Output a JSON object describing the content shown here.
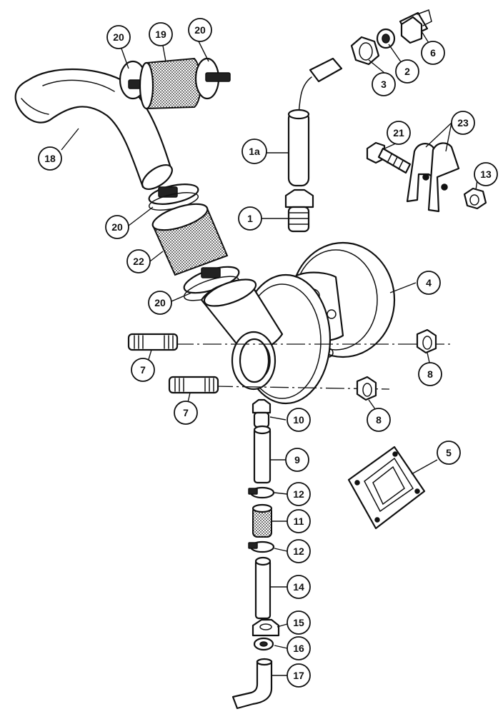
{
  "callouts": {
    "c20a": "20",
    "c19": "19",
    "c20b": "20",
    "c18": "18",
    "c3": "3",
    "c2": "2",
    "c6": "6",
    "c1a": "1a",
    "c1": "1",
    "c21": "21",
    "c23": "23",
    "c13": "13",
    "c20c": "20",
    "c22": "22",
    "c20d": "20",
    "c4": "4",
    "c7a": "7",
    "c8a": "8",
    "c7b": "7",
    "c8b": "8",
    "c10": "10",
    "c9": "9",
    "c5": "5",
    "c12a": "12",
    "c11": "11",
    "c12b": "12",
    "c14": "14",
    "c15": "15",
    "c16": "16",
    "c17": "17"
  }
}
